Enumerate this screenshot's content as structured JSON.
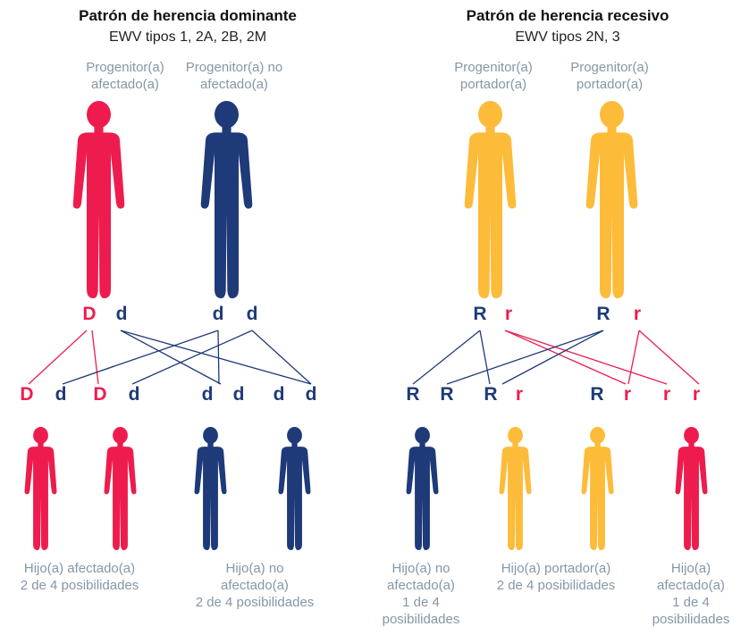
{
  "colors": {
    "red": "#ee1c4e",
    "navy": "#1e3a78",
    "yellow": "#fdbb3a",
    "label_grey": "#8597a6"
  },
  "dominant": {
    "title": "Patrón de herencia dominante",
    "subtitle": "EWV tipos 1, 2A, 2B, 2M",
    "parent_left_label": [
      "Progenitor(a)",
      "afectado(a)"
    ],
    "parent_right_label": [
      "Progenitor(a) no",
      "afectado(a)"
    ],
    "parent_alleles": [
      "D",
      "d",
      "d",
      "d"
    ],
    "child_alleles": [
      "D",
      "d",
      "D",
      "d",
      "d",
      "d",
      "d",
      "d"
    ],
    "child_label_affected": [
      "Hijo(a) afectado(a)",
      "2 de 4 posibilidades"
    ],
    "child_label_unaffected": [
      "Hijo(a) no",
      "afectado(a)",
      "2 de 4 posibilidades"
    ]
  },
  "recessive": {
    "title": "Patrón de herencia recesivo",
    "subtitle": "EWV tipos 2N, 3",
    "parent_left_label": [
      "Progenitor(a)",
      "portador(a)"
    ],
    "parent_right_label": [
      "Progenitor(a)",
      "portador(a)"
    ],
    "parent_alleles": [
      "R",
      "r",
      "R",
      "r"
    ],
    "child_alleles": [
      "R",
      "R",
      "R",
      "r",
      "R",
      "r",
      "r",
      "r"
    ],
    "child_label_unaffected": [
      "Hijo(a) no",
      "afectado(a)",
      "1 de 4",
      "posibilidades"
    ],
    "child_label_carrier": [
      "Hijo(a) portador(a)",
      "2 de 4 posibilidades"
    ],
    "child_label_affected": [
      "Hijo(a)",
      "afectado(a)",
      "1 de 4",
      "posibilidades"
    ]
  }
}
